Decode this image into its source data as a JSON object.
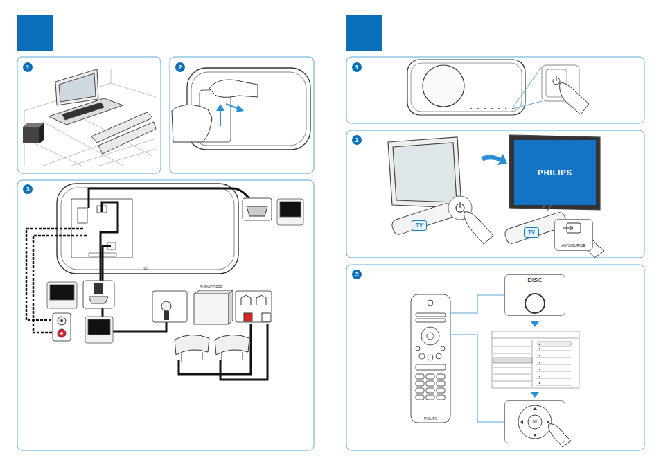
{
  "diagram": {
    "nodes": [
      {
        "text": [
          "SUBWOOFER"
        ]
      },
      {
        "text": [
          "TV"
        ]
      },
      {
        "text": [
          "PHILIPS"
        ]
      },
      {
        "text": [
          "TV"
        ]
      },
      {
        "text": [
          "AV/SOURCE"
        ]
      },
      {
        "text": [
          "PHILIPS"
        ]
      },
      {
        "text": [
          "DISC"
        ]
      },
      {
        "text": [
          "OK"
        ]
      }
    ],
    "edges": [
      {
        "from": 5,
        "to": 6,
        "arrow": "none"
      },
      {
        "from": 5,
        "to": 7,
        "arrow": "none"
      }
    ],
    "labels": [
      "1",
      "2",
      "3",
      "1",
      "2",
      "3"
    ]
  }
}
